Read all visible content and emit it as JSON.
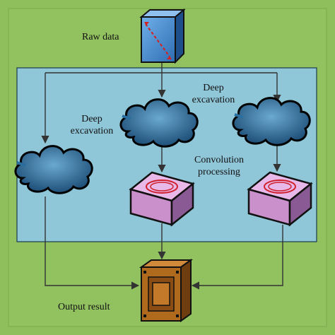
{
  "labels": {
    "raw_data": "Raw data",
    "deep_excavation_left_1": "Deep",
    "deep_excavation_left_2": "excavation",
    "deep_excavation_right_1": "Deep",
    "deep_excavation_right_2": "excavation",
    "convolution_1": "Convolution",
    "convolution_2": "processing",
    "output_result": "Output result"
  },
  "colors": {
    "background": "#8fbe5c",
    "panel": "#8fc6d8",
    "cube_front": "#3b7fc8",
    "cloud": "#3f7fa8",
    "prism_top": "#e8b8e8",
    "prism_side": "#c48cc8",
    "ring": "#d0202c",
    "chip": "#b06a1e",
    "arrow": "#333333"
  },
  "icons": [
    "cube-icon",
    "cloud-icon",
    "prism-icon",
    "chip-icon"
  ]
}
